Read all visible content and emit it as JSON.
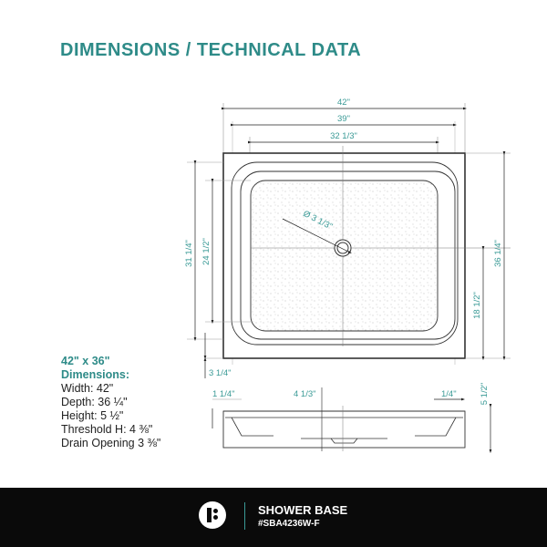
{
  "header": {
    "title": "DIMENSIONS / TECHNICAL DATA"
  },
  "top_view": {
    "dims": {
      "overall_width": "42\"",
      "inner_width": "39\"",
      "basin_width": "32 1/3\"",
      "left_outer_height": "31 1/4\"",
      "left_inner_height": "24 1/2\"",
      "right_overall_depth": "36 1/4\"",
      "right_drain_offset": "18 1/2\"",
      "threshold_offset": "3 1/4\"",
      "drain_diameter": "Ø 3 1/3\""
    }
  },
  "side_view": {
    "dims": {
      "left_lip": "1 1/4\"",
      "depth": "4 1/3\"",
      "right_lip": "1/4\"",
      "height": "5 1/2\""
    }
  },
  "specs": {
    "size": "42\" x 36\"",
    "heading": "Dimensions:",
    "lines": [
      "Width: 42\"",
      "Depth: 36 ¼\"",
      "Height: 5 ½\"",
      "Threshold H: 4 ⅜\"",
      "Drain Opening 3 ⅜\""
    ]
  },
  "footer": {
    "product_name": "SHOWER BASE",
    "sku": "#SBA4236W-F"
  },
  "colors": {
    "accent": "#2e8b88",
    "footer_bg": "#0a0a0a"
  }
}
